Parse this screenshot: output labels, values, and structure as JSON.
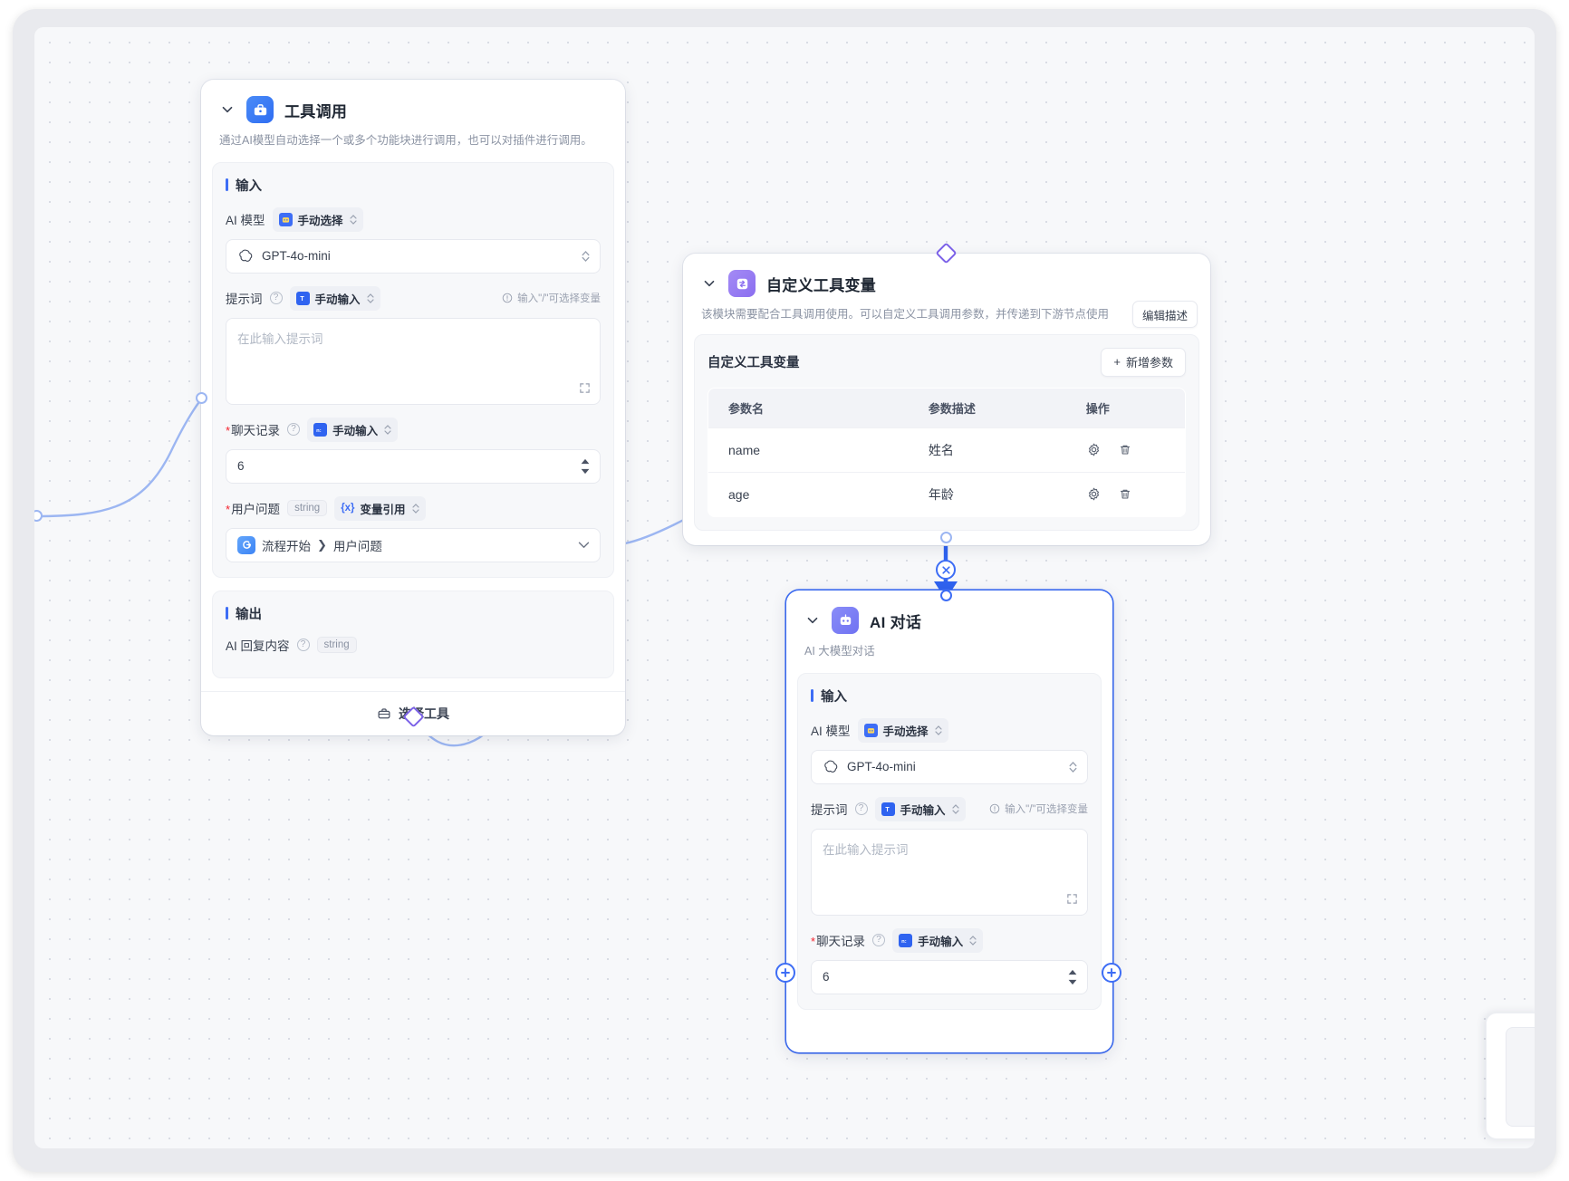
{
  "canvas": {
    "grid": "dotted"
  },
  "nodes": {
    "tool_call": {
      "title": "工具调用",
      "description": "通过AI模型自动选择一个或多个功能块进行调用，也可以对插件进行调用。",
      "icon": "toolbox-icon",
      "input_section_title": "输入",
      "output_section_title": "输出",
      "fields": {
        "model": {
          "label": "AI 模型",
          "mode": "手动选择",
          "mode_icon": "robot-icon",
          "value": "GPT-4o-mini",
          "value_icon": "openai-icon"
        },
        "prompt": {
          "label": "提示词",
          "mode": "手动输入",
          "mode_icon": "text-icon",
          "hint": "输入\"/\"可选择变量",
          "placeholder": "在此输入提示词",
          "value": ""
        },
        "chat_history": {
          "label": "聊天记录",
          "required": true,
          "mode": "手动输入",
          "mode_icon": "number-icon",
          "value": "6"
        },
        "user_question": {
          "label": "用户问题",
          "required": true,
          "type": "string",
          "mode": "变量引用",
          "mode_icon": "variable-icon",
          "ref_source": "流程开始",
          "ref_field": "用户问题",
          "ref_icon": "flow-start-icon"
        }
      },
      "output": {
        "label": "AI 回复内容",
        "type": "string"
      },
      "footer_button": {
        "label": "选择工具",
        "icon": "toolbox-outline-icon"
      }
    },
    "custom_tool_var": {
      "title": "自定义工具变量",
      "icon": "variable-swap-icon",
      "description": "该模块需要配合工具调用使用。可以自定义工具调用参数，并传递到下游节点使用",
      "edit_desc_button": "编辑描述",
      "table_card_title": "自定义工具变量",
      "add_button": "新增参数",
      "table": {
        "columns": [
          "参数名",
          "参数描述",
          "操作"
        ],
        "rows": [
          {
            "name": "name",
            "desc": "姓名",
            "ops": [
              "gear-icon",
              "trash-icon"
            ]
          },
          {
            "name": "age",
            "desc": "年龄",
            "ops": [
              "gear-icon",
              "trash-icon"
            ]
          }
        ]
      }
    },
    "ai_chat": {
      "title": "AI 对话",
      "icon": "robot-square-icon",
      "description": "AI 大模型对话",
      "input_section_title": "输入",
      "fields": {
        "model": {
          "label": "AI 模型",
          "mode": "手动选择",
          "mode_icon": "robot-icon",
          "value": "GPT-4o-mini",
          "value_icon": "openai-icon"
        },
        "prompt": {
          "label": "提示词",
          "mode": "手动输入",
          "mode_icon": "text-icon",
          "hint": "输入\"/\"可选择变量",
          "placeholder": "在此输入提示词",
          "value": ""
        },
        "chat_history": {
          "label": "聊天记录",
          "required": true,
          "mode": "手动输入",
          "mode_icon": "number-icon",
          "value": "6"
        }
      }
    }
  },
  "colors": {
    "accent_blue": "#3d6df5",
    "purple": "#7b61e8",
    "edge_blue": "#9cb6f2",
    "canvas_bg": "#f7f8fa",
    "required_red": "#f5222d"
  }
}
